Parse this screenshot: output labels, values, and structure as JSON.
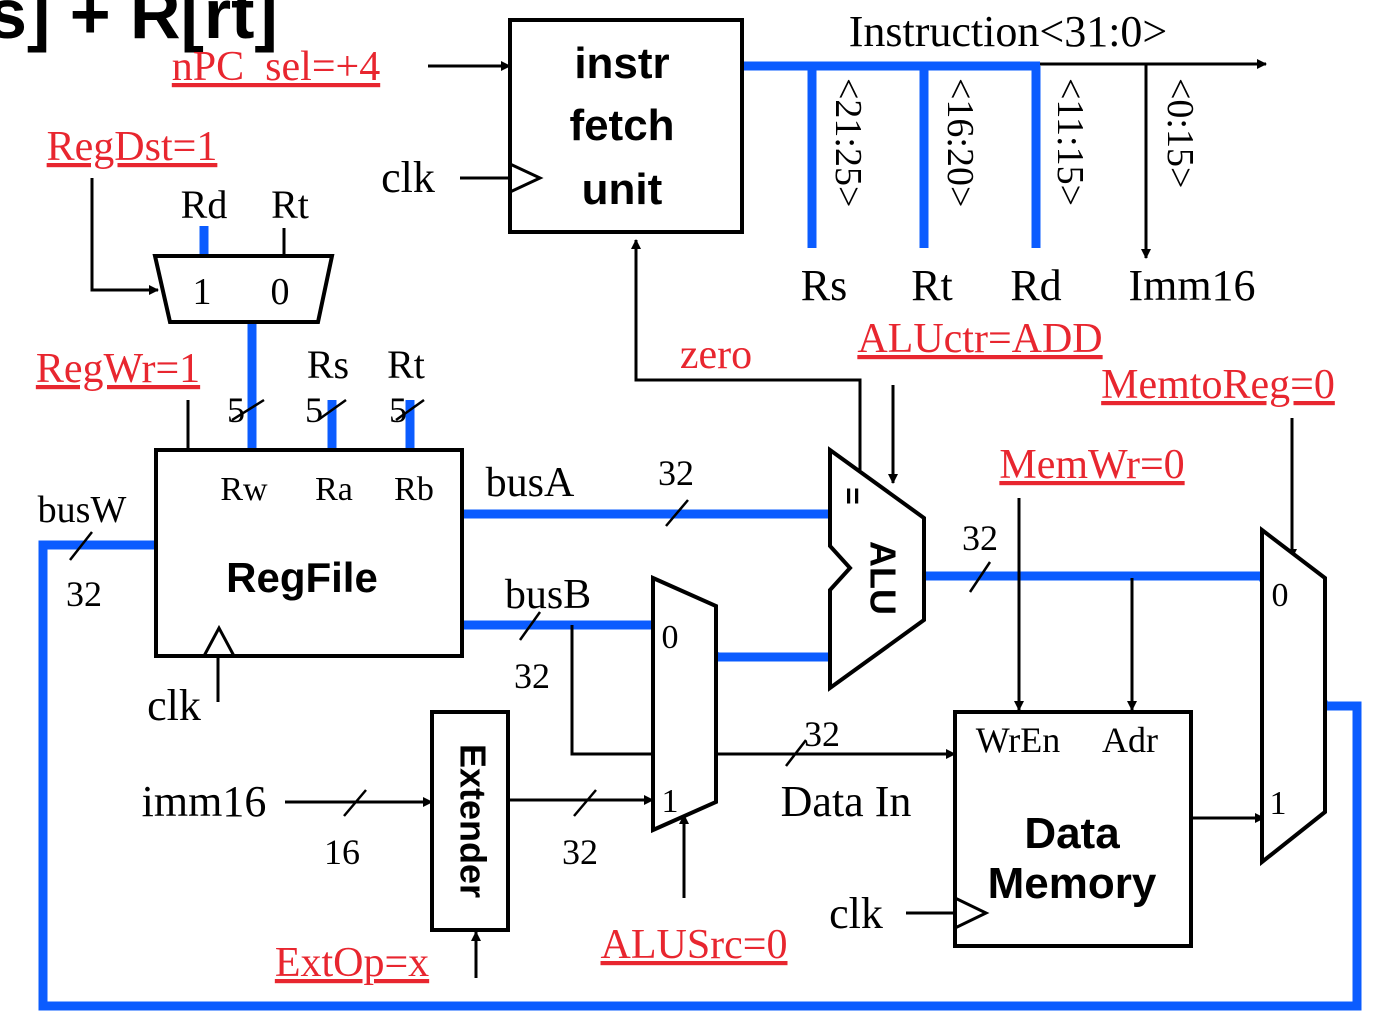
{
  "slide": {
    "title_fragment": "s] + R[rt]"
  },
  "colors": {
    "bus": "#0b5cff",
    "control": "#e8262f",
    "ink": "#000000"
  },
  "blocks": {
    "ifu": [
      "instr",
      "fetch",
      "unit"
    ],
    "regfile": "RegFile",
    "extender": "Extender",
    "alu": "ALU",
    "alu_eq": "=",
    "dmem": [
      "Data",
      "Memory"
    ]
  },
  "signals": {
    "instruction": "Instruction<31:0>",
    "instr_fields": [
      "<21:25>",
      "<16:20>",
      "<11:15>",
      "<0:15>"
    ],
    "field_names": [
      "Rs",
      "Rt",
      "Rd",
      "Imm16"
    ],
    "clk": "clk",
    "rd": "Rd",
    "rt": "Rt",
    "rs": "Rs",
    "mux_in_1": "1",
    "mux_in_0": "0",
    "width5": "5",
    "width32": "32",
    "width16": "16",
    "rw": "Rw",
    "ra": "Ra",
    "rb": "Rb",
    "busA": "busA",
    "busB": "busB",
    "busW": "busW",
    "imm16": "imm16",
    "zero": "zero",
    "wren": "WrEn",
    "adr": "Adr",
    "data_in": "Data In"
  },
  "control": {
    "npc_sel": "nPC_sel=+4",
    "regdst": "RegDst=1",
    "regwr": "RegWr=1",
    "aluctr": "ALUctr=ADD",
    "memtoreg": "MemtoReg=0",
    "memwr": "MemWr=0",
    "alusrc": "ALUSrc=0",
    "extop": "ExtOp=x"
  }
}
